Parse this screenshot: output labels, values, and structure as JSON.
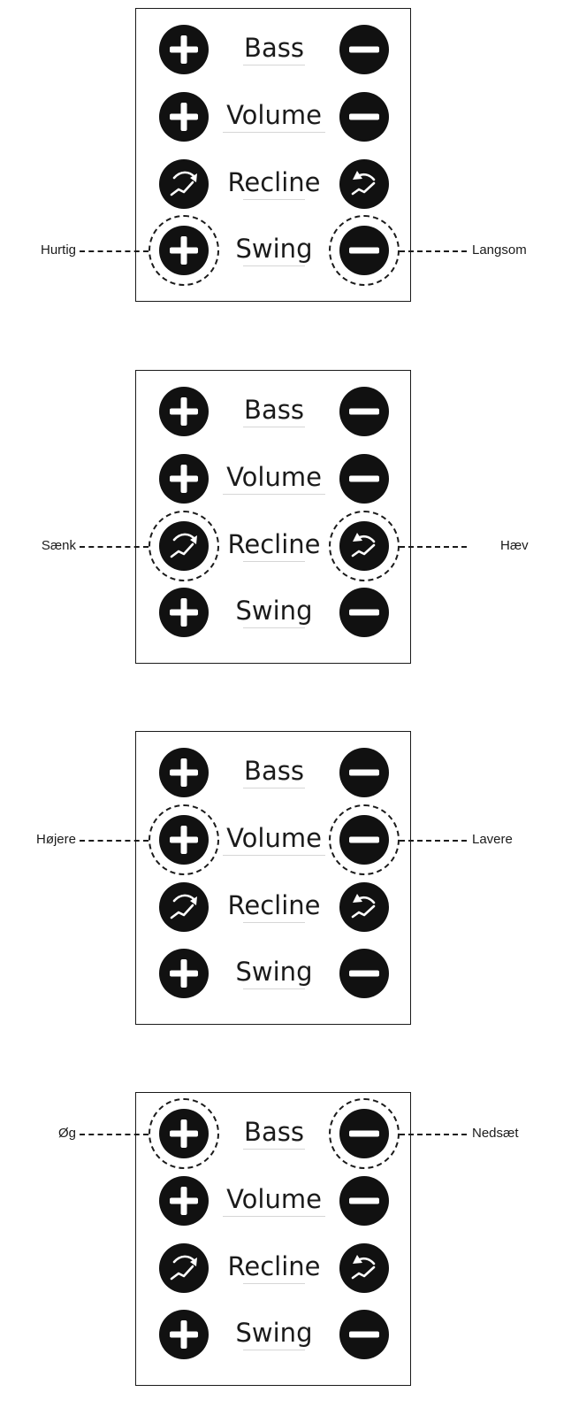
{
  "panels": [
    {
      "rows": [
        {
          "label": "Bass",
          "left_icon": "plus-icon",
          "right_icon": "minus-icon"
        },
        {
          "label": "Volume",
          "left_icon": "plus-icon",
          "right_icon": "minus-icon"
        },
        {
          "label": "Recline",
          "left_icon": "recline-down-icon",
          "right_icon": "recline-up-icon"
        },
        {
          "label": "Swing",
          "left_icon": "plus-icon",
          "right_icon": "minus-icon"
        }
      ],
      "highlight_row": "Swing",
      "callout_left": "Hurtig",
      "callout_right": "Langsom"
    },
    {
      "rows": [
        {
          "label": "Bass",
          "left_icon": "plus-icon",
          "right_icon": "minus-icon"
        },
        {
          "label": "Volume",
          "left_icon": "plus-icon",
          "right_icon": "minus-icon"
        },
        {
          "label": "Recline",
          "left_icon": "recline-down-icon",
          "right_icon": "recline-up-icon"
        },
        {
          "label": "Swing",
          "left_icon": "plus-icon",
          "right_icon": "minus-icon"
        }
      ],
      "highlight_row": "Recline",
      "callout_left": "Sænk",
      "callout_right": "Hæv"
    },
    {
      "rows": [
        {
          "label": "Bass",
          "left_icon": "plus-icon",
          "right_icon": "minus-icon"
        },
        {
          "label": "Volume",
          "left_icon": "plus-icon",
          "right_icon": "minus-icon"
        },
        {
          "label": "Recline",
          "left_icon": "recline-down-icon",
          "right_icon": "recline-up-icon"
        },
        {
          "label": "Swing",
          "left_icon": "plus-icon",
          "right_icon": "minus-icon"
        }
      ],
      "highlight_row": "Volume",
      "callout_left": "Højere",
      "callout_right": "Lavere"
    },
    {
      "rows": [
        {
          "label": "Bass",
          "left_icon": "plus-icon",
          "right_icon": "minus-icon"
        },
        {
          "label": "Volume",
          "left_icon": "plus-icon",
          "right_icon": "minus-icon"
        },
        {
          "label": "Recline",
          "left_icon": "recline-down-icon",
          "right_icon": "recline-up-icon"
        },
        {
          "label": "Swing",
          "left_icon": "plus-icon",
          "right_icon": "minus-icon"
        }
      ],
      "highlight_row": "Bass",
      "callout_left": "Øg",
      "callout_right": "Nedsæt"
    }
  ]
}
